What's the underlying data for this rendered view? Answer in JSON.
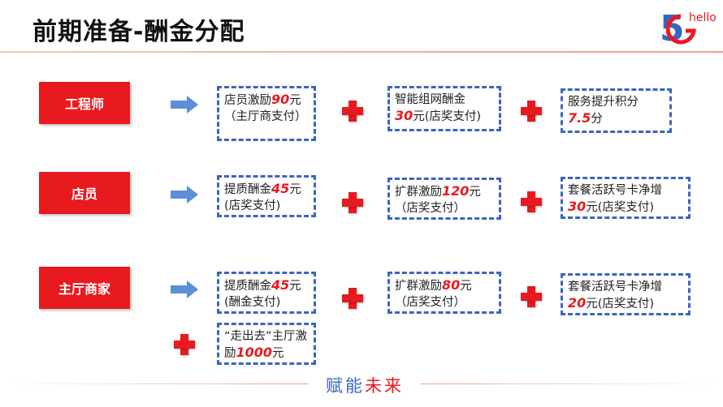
{
  "title": "前期准备-酬金分配",
  "logo": {
    "digit": "5",
    "letter": "G",
    "word": "hello"
  },
  "rows": [
    {
      "role": "工程师",
      "cards": [
        {
          "pre": "店员激励",
          "num": "90",
          "post": "元（主厅商支付）"
        },
        {
          "pre": "智能组网酬金",
          "num": "30",
          "post": "元(店奖支付)"
        },
        {
          "pre": "服务提升积分",
          "num": "7.5",
          "post": "分"
        }
      ]
    },
    {
      "role": "店员",
      "cards": [
        {
          "pre": "提质酬金",
          "num": "45",
          "post": "元(店奖支付)"
        },
        {
          "pre": "扩群激励",
          "num": "120",
          "post": "元（店奖支付）"
        },
        {
          "pre": "套餐活跃号卡净增",
          "num": "30",
          "post": "元(店奖支付)"
        }
      ]
    },
    {
      "role": "主厅商家",
      "cards": [
        {
          "pre": "提质酬金",
          "num": "45",
          "post": "元(酬金支付)"
        },
        {
          "pre": "扩群激励",
          "num": "80",
          "post": "元（店奖支付）"
        },
        {
          "pre": "套餐活跃号卡净增",
          "num": "20",
          "post": "元(店奖支付)"
        }
      ],
      "extra": {
        "pre": "“走出去”主厅激励",
        "num": "1000",
        "post": "元"
      }
    }
  ],
  "footer": {
    "part1": "赋能",
    "part2": "未来"
  },
  "colors": {
    "accent_red": "#e8191f",
    "accent_blue": "#3a64c2",
    "line_orange": "#f0a07a"
  }
}
